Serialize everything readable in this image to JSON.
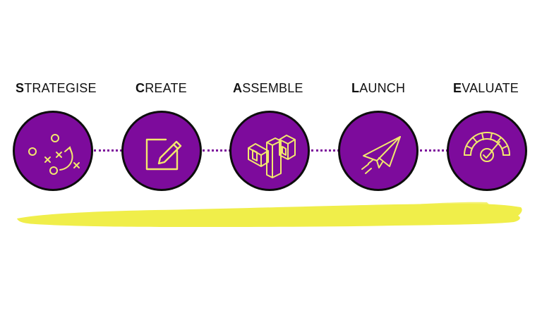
{
  "steps": [
    {
      "first_letter": "S",
      "rest": "TRATEGISE",
      "icon": "strategy-play-icon"
    },
    {
      "first_letter": "C",
      "rest": "REATE",
      "icon": "edit-pencil-icon"
    },
    {
      "first_letter": "A",
      "rest": "SSEMBLE",
      "icon": "building-blocks-icon"
    },
    {
      "first_letter": "L",
      "rest": "AUNCH",
      "icon": "paper-plane-icon"
    },
    {
      "first_letter": "E",
      "rest": "VALUATE",
      "icon": "gauge-check-icon"
    }
  ],
  "colors": {
    "circle_fill": "#7d0b9c",
    "icon_stroke": "#f2e86d",
    "connector_dots": "#7d0b9c",
    "brush_stroke": "#f0ee4a"
  }
}
